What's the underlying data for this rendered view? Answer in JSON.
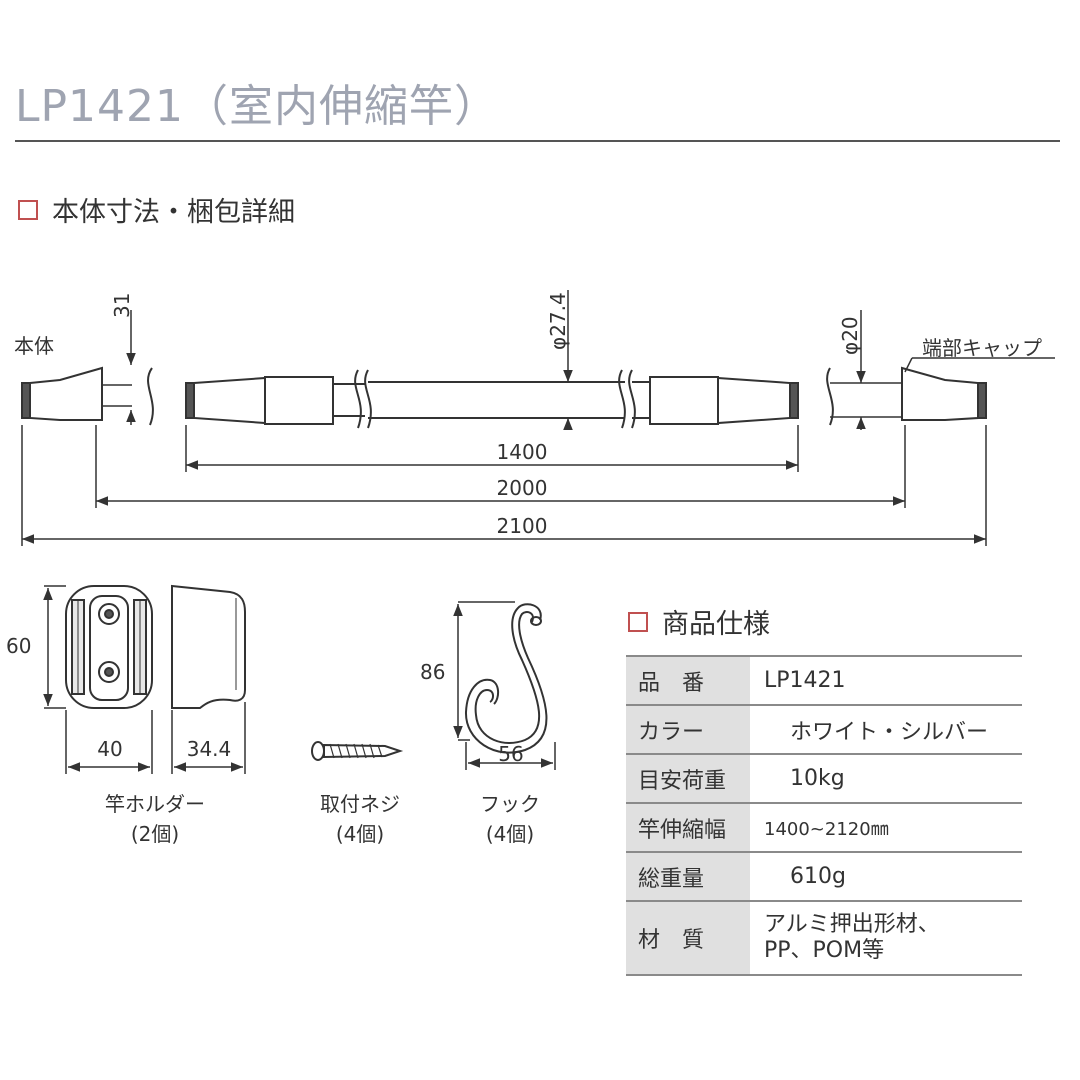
{
  "title": "LP1421（室内伸縮竿）",
  "section_body": "本体寸法・梱包詳細",
  "section_spec": "商品仕様",
  "labels": {
    "body": "本体",
    "cap": "端部キャップ",
    "dim_31": "31",
    "dim_phi274": "φ27.4",
    "dim_phi20": "φ20",
    "dim_1400": "1400",
    "dim_2000": "2000",
    "dim_2100": "2100",
    "dim_60": "60",
    "dim_40": "40",
    "dim_344": "34.4",
    "dim_86": "86",
    "dim_56": "56"
  },
  "parts": [
    {
      "name": "竿ホルダー",
      "qty": "(2個)"
    },
    {
      "name": "取付ネジ",
      "qty": "(4個)"
    },
    {
      "name": "フック",
      "qty": "(4個)"
    }
  ],
  "specs": [
    {
      "key": "品　番",
      "value": "LP1421"
    },
    {
      "key": "カラー",
      "value": "ホワイト・シルバー"
    },
    {
      "key": "目安荷重",
      "value": "10kg"
    },
    {
      "key": "竿伸縮幅",
      "value": "1400~2120㎜"
    },
    {
      "key": "総重量",
      "value": "610g"
    },
    {
      "key": "材　質",
      "value_line1": "アルミ押出形材、",
      "value_line2": "PP、POM等"
    }
  ],
  "colors": {
    "title": "#9fa4b1",
    "accent_box": "#c05050",
    "table_key_bg": "#e0e0e0"
  }
}
